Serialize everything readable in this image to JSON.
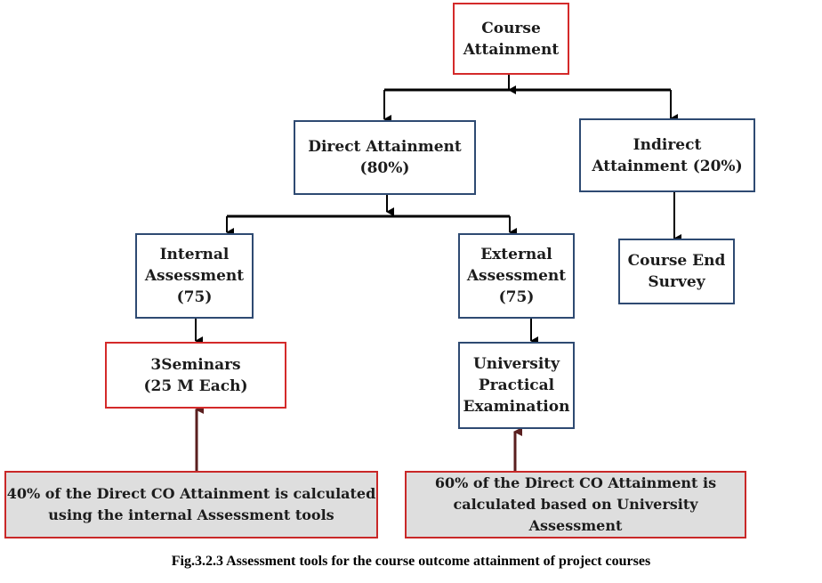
{
  "nodes": {
    "course_attainment": [
      "Course",
      "Attainment"
    ],
    "direct_attainment": [
      "Direct Attainment",
      "(80%)"
    ],
    "indirect_attainment": [
      "Indirect",
      "Attainment (20%)"
    ],
    "internal_assessment": [
      "Internal",
      "Assessment",
      "(75)"
    ],
    "external_assessment": [
      "External",
      "Assessment",
      "(75)"
    ],
    "course_end_survey": [
      "Course End",
      "Survey"
    ],
    "seminars": [
      "3Seminars",
      "(25 M Each)"
    ],
    "university_exam": [
      "University",
      "Practical",
      "Examination"
    ],
    "internal_note": [
      "40% of the Direct CO Attainment is calculated",
      "using the internal Assessment tools"
    ],
    "university_note": [
      "60% of the Direct CO Attainment is",
      "calculated based on University Assessment"
    ]
  },
  "caption": "Fig.3.2.3 Assessment tools for the course outcome attainment of project courses"
}
